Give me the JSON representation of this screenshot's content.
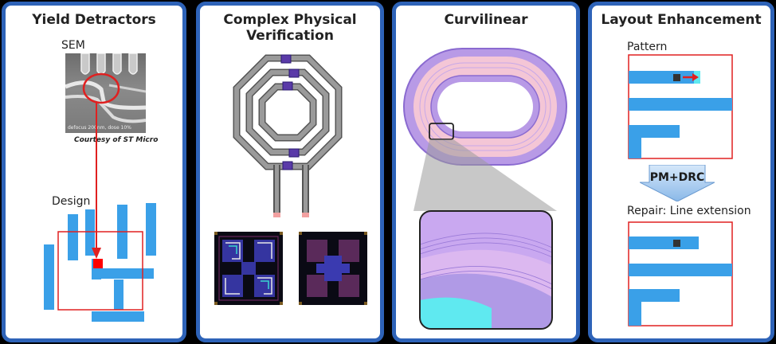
{
  "panels": {
    "yield": {
      "title": "Yield Detractors",
      "sem_label": "SEM",
      "sem_caption": "defocus 200nm, dose 10%",
      "credit": "Courtesy of ST Micro",
      "design_label": "Design"
    },
    "physical": {
      "title_line1": "Complex Physical",
      "title_line2": "Verification"
    },
    "curvilinear": {
      "title": "Curvilinear"
    },
    "layout": {
      "title": "Layout Enhancement",
      "pattern_label": "Pattern",
      "arrow_label": "PM+DRC",
      "repair_label": "Repair: Line extension"
    }
  },
  "colors": {
    "border": "#2e63b8",
    "shape_blue": "#3aa0e8",
    "highlight_red": "#e02020",
    "fill_pink": "#f4c6d6",
    "fill_purple": "#b89ae6",
    "fill_cyan": "#5fe9f0"
  }
}
